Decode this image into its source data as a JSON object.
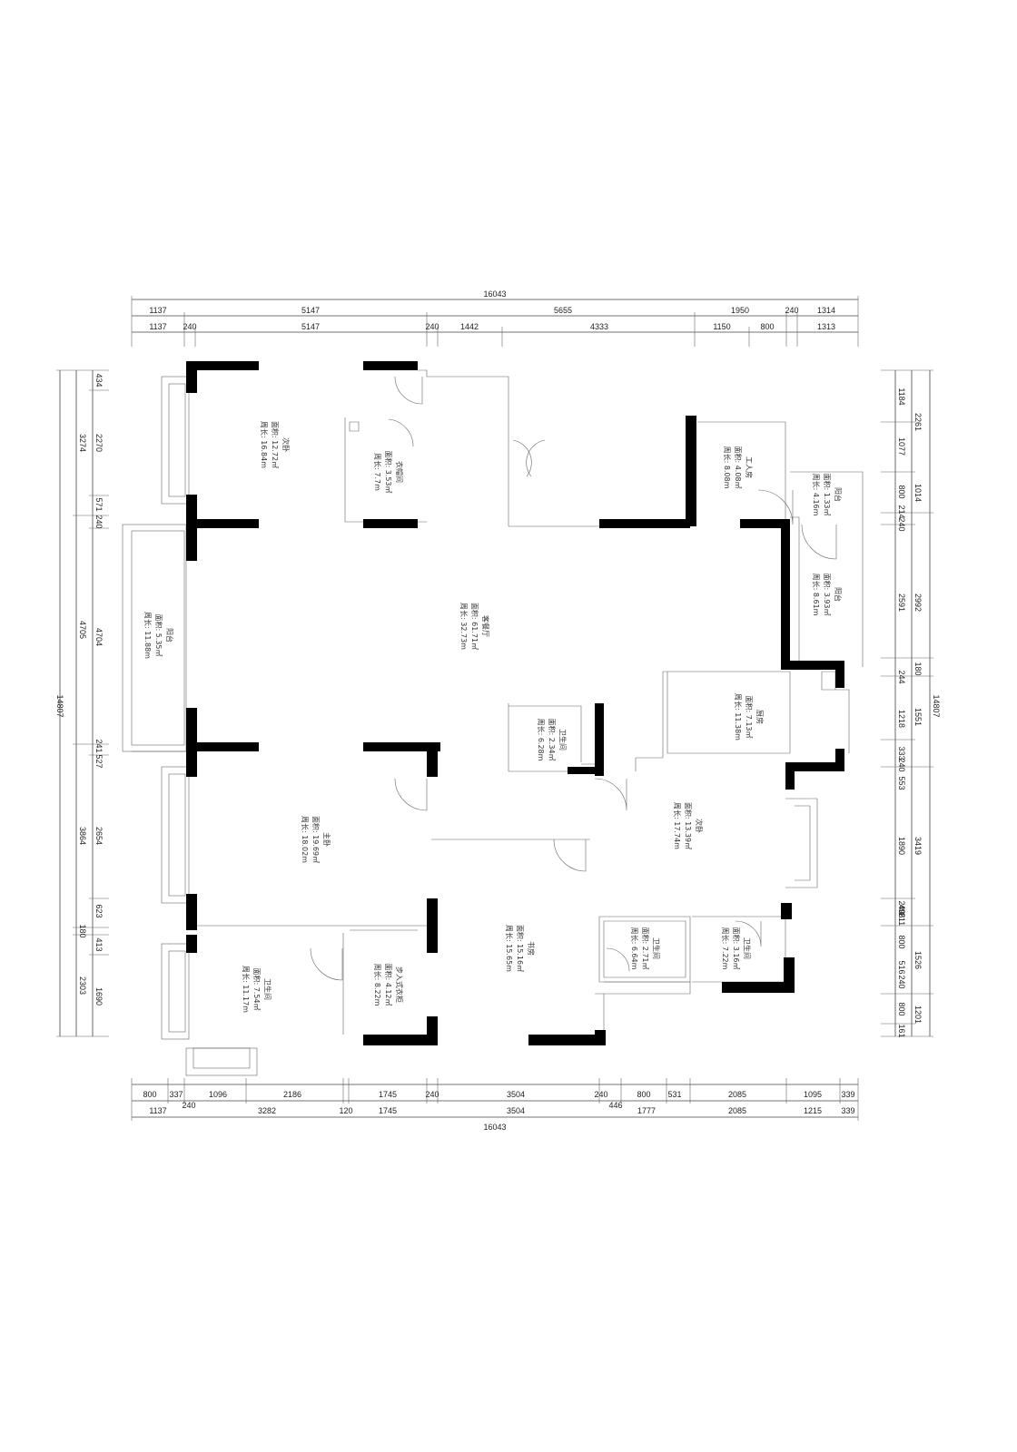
{
  "dimensions": {
    "top_overall": "16043",
    "top_row1": [
      "1137",
      "5147",
      "5655",
      "1950",
      "240",
      "1314"
    ],
    "top_row2": [
      "1137",
      "240",
      "5147",
      "240",
      "1442",
      "4333",
      "1150",
      "800",
      "1313"
    ],
    "bottom_row1": [
      "800",
      "337",
      "1096",
      "2186",
      "1745",
      "240",
      "3504",
      "240",
      "800",
      "531",
      "2085",
      "1095",
      "339"
    ],
    "bottom_row2": [
      "1137",
      "240",
      "3282",
      "120",
      "1745",
      "3504",
      "446",
      "1777",
      "2085",
      "1215",
      "339"
    ],
    "bottom_overall": "16043",
    "left_overall": "14807",
    "left_outer": [
      "3274",
      "4705",
      "3864",
      "180",
      "2303"
    ],
    "left_inner": [
      "434",
      "2270",
      "571",
      "240",
      "4704",
      "241",
      "527",
      "2654",
      "623",
      "413",
      "1690"
    ],
    "right_overall": "14807",
    "right_outer": [
      "2261",
      "1014",
      "2992",
      "180",
      "1551",
      "3419",
      "1526",
      "1201"
    ],
    "right_inner": [
      "1184",
      "1077",
      "800",
      "214",
      "240",
      "2591",
      "244",
      "1218",
      "333",
      "240",
      "553",
      "1890",
      "496",
      "240",
      "211",
      "800",
      "516",
      "240",
      "800",
      "161"
    ]
  },
  "rooms": [
    {
      "name": "次卧",
      "area": "面积: 12.72㎡",
      "perimeter": "周长: 16.84m"
    },
    {
      "name": "衣帽间",
      "area": "面积: 3.53㎡",
      "perimeter": "周长: 7.7m"
    },
    {
      "name": "工人房",
      "area": "面积: 4.08㎡",
      "perimeter": "周长: 8.08m"
    },
    {
      "name": "阳台",
      "area": "面积: 1.33㎡",
      "perimeter": "周长: 4.16m"
    },
    {
      "name": "阳台",
      "area": "面积: 3.93㎡",
      "perimeter": "周长: 8.61m"
    },
    {
      "name": "客餐厅",
      "area": "面积: 61.71㎡",
      "perimeter": "周长: 32.73m"
    },
    {
      "name": "阳台",
      "area": "面积: 5.35㎡",
      "perimeter": "周长: 11.88m"
    },
    {
      "name": "厨房",
      "area": "面积: 7.13㎡",
      "perimeter": "周长: 11.38m"
    },
    {
      "name": "卫生间",
      "area": "面积: 2.34㎡",
      "perimeter": "周长: 6.28m"
    },
    {
      "name": "主卧",
      "area": "面积: 19.69㎡",
      "perimeter": "周长: 18.02m"
    },
    {
      "name": "次卧",
      "area": "面积: 13.39㎡",
      "perimeter": "周长: 17.74m"
    },
    {
      "name": "书房",
      "area": "面积: 15.16㎡",
      "perimeter": "周长: 15.65m"
    },
    {
      "name": "卫生间",
      "area": "面积: 2.71㎡",
      "perimeter": "周长: 6.64m"
    },
    {
      "name": "卫生间",
      "area": "面积: 3.16㎡",
      "perimeter": "周长: 7.22m"
    },
    {
      "name": "卫生间",
      "area": "面积: 7.54㎡",
      "perimeter": "周长: 11.17m"
    },
    {
      "name": "步入式衣柜",
      "area": "面积: 4.12㎡",
      "perimeter": "周长: 8.22m"
    }
  ]
}
